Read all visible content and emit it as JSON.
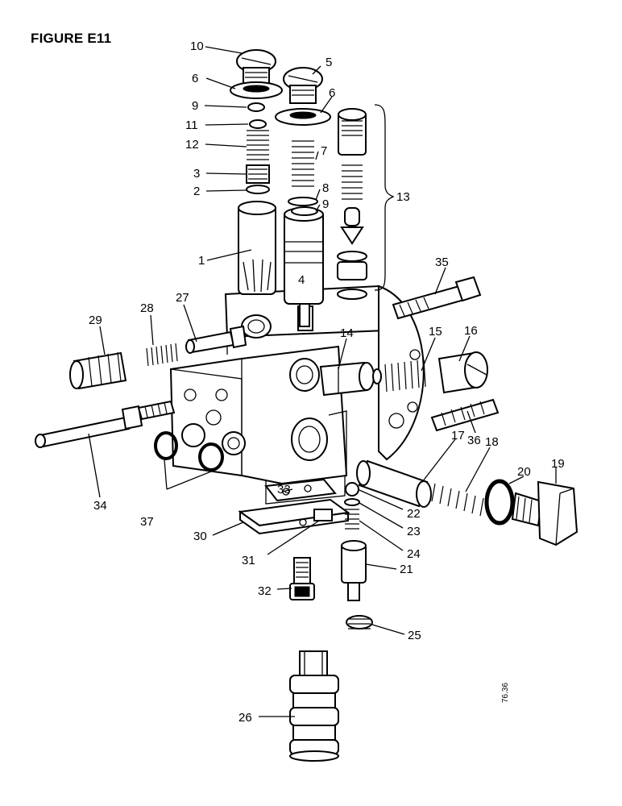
{
  "figure_title": "FIGURE E11",
  "reference_code": "76.36",
  "callouts": [
    {
      "id": "p10",
      "label": "10"
    },
    {
      "id": "p5",
      "label": "5"
    },
    {
      "id": "p6a",
      "label": "6"
    },
    {
      "id": "p6b",
      "label": "6"
    },
    {
      "id": "p9a",
      "label": "9"
    },
    {
      "id": "p11",
      "label": "11"
    },
    {
      "id": "p12",
      "label": "12"
    },
    {
      "id": "p7",
      "label": "7"
    },
    {
      "id": "p3",
      "label": "3"
    },
    {
      "id": "p2",
      "label": "2"
    },
    {
      "id": "p8",
      "label": "8"
    },
    {
      "id": "p9b",
      "label": "9"
    },
    {
      "id": "p13",
      "label": "13"
    },
    {
      "id": "p1",
      "label": "1"
    },
    {
      "id": "p4",
      "label": "4"
    },
    {
      "id": "p35",
      "label": "35"
    },
    {
      "id": "p29",
      "label": "29"
    },
    {
      "id": "p28",
      "label": "28"
    },
    {
      "id": "p27",
      "label": "27"
    },
    {
      "id": "p14",
      "label": "14"
    },
    {
      "id": "p15",
      "label": "15"
    },
    {
      "id": "p16",
      "label": "16"
    },
    {
      "id": "p36",
      "label": "36"
    },
    {
      "id": "p17",
      "label": "17"
    },
    {
      "id": "p18",
      "label": "18"
    },
    {
      "id": "p20",
      "label": "20"
    },
    {
      "id": "p19",
      "label": "19"
    },
    {
      "id": "p34",
      "label": "34"
    },
    {
      "id": "p37",
      "label": "37"
    },
    {
      "id": "p33",
      "label": "33"
    },
    {
      "id": "p22",
      "label": "22"
    },
    {
      "id": "p23",
      "label": "23"
    },
    {
      "id": "p24",
      "label": "24"
    },
    {
      "id": "p30",
      "label": "30"
    },
    {
      "id": "p31",
      "label": "31"
    },
    {
      "id": "p21",
      "label": "21"
    },
    {
      "id": "p32",
      "label": "32"
    },
    {
      "id": "p25",
      "label": "25"
    },
    {
      "id": "p26",
      "label": "26"
    }
  ]
}
